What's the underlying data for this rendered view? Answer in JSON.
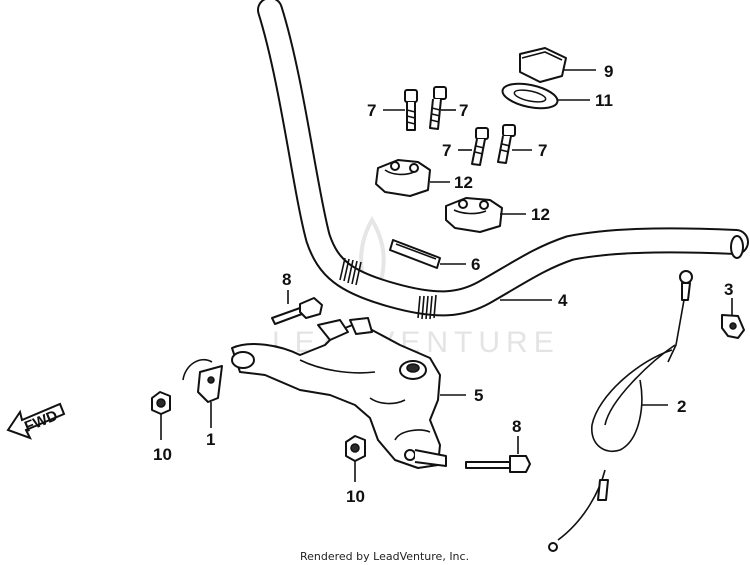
{
  "footer": "Rendered by LeadVenture, Inc.",
  "watermark": "LEADVENTURE",
  "direction_label": "FWD",
  "callouts": {
    "c1": "1",
    "c2": "2",
    "c3": "3",
    "c4": "4",
    "c5": "5",
    "c6": "6",
    "c7a": "7",
    "c7b": "7",
    "c7c": "7",
    "c7d": "7",
    "c8a": "8",
    "c8b": "8",
    "c9": "9",
    "c10a": "10",
    "c10b": "10",
    "c11": "11",
    "c12a": "12",
    "c12b": "12"
  }
}
